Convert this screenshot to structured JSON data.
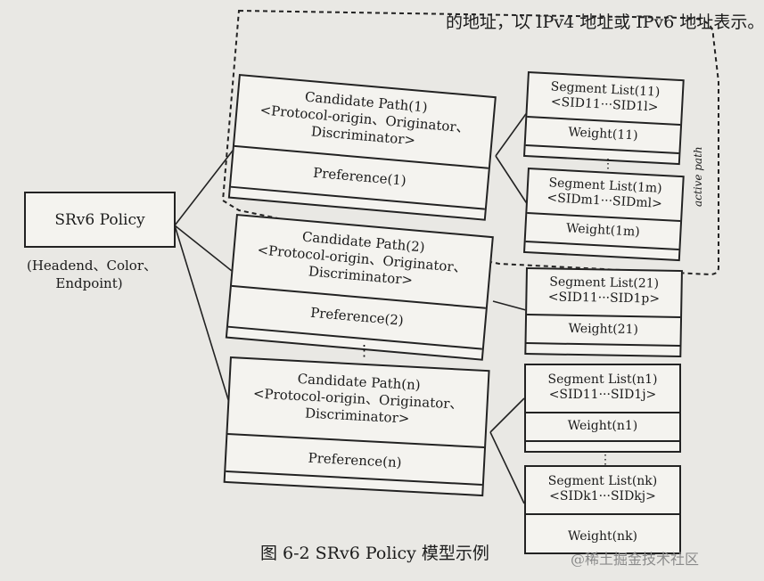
{
  "top_text": "的地址，以 IPv4 地址或 IPv6 地址表示。",
  "policy": {
    "label": "SRv6 Policy",
    "sub_line1": "(Headend、Color、",
    "sub_line2": "Endpoint)"
  },
  "candidates": [
    {
      "title": "Candidate Path(1)",
      "line2": "<Protocol-origin、Originator、",
      "line3": "Discriminator>",
      "pref": "Preference(1)"
    },
    {
      "title": "Candidate Path(2)",
      "line2": "<Protocol-origin、Originator、",
      "line3": "Discriminator>",
      "pref": "Preference(2)"
    },
    {
      "title": "Candidate Path(n)",
      "line2": "<Protocol-origin、Originator、",
      "line3": "Discriminator>",
      "pref": "Preference(n)"
    }
  ],
  "segments": [
    {
      "title": "Segment List(11)",
      "sids": "<SID11···SID1l>",
      "weight": "Weight(11)"
    },
    {
      "title": "Segment List(1m)",
      "sids": "<SIDm1···SIDml>",
      "weight": "Weight(1m)"
    },
    {
      "title": "Segment List(21)",
      "sids": "<SID11···SID1p>",
      "weight": "Weight(21)"
    },
    {
      "title": "Segment List(n1)",
      "sids": "<SID11···SID1j>",
      "weight": "Weight(n1)"
    },
    {
      "title": "Segment List(nk)",
      "sids": "<SIDk1···SIDkj>",
      "weight": "Weight(nk)"
    }
  ],
  "ellipsis": "⋮",
  "active_path_label": "active path",
  "caption": "图 6-2   SRv6 Policy 模型示例",
  "watermark": "@稀土掘金技术社区"
}
